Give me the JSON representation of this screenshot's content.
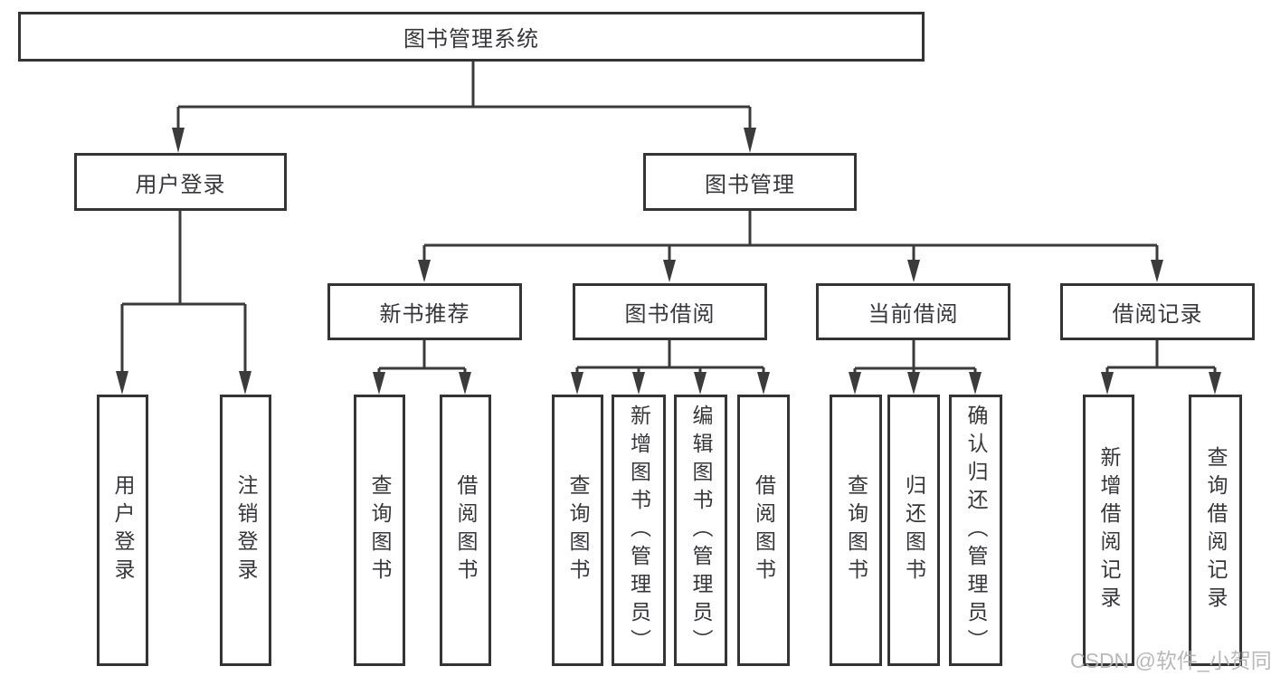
{
  "tree": {
    "label": "图书管理系统",
    "children": [
      {
        "label": "用户登录",
        "children": [
          {
            "label": "用户登录"
          },
          {
            "label": "注销登录"
          }
        ]
      },
      {
        "label": "图书管理",
        "children": [
          {
            "label": "新书推荐",
            "children": [
              {
                "label": "查询图书"
              },
              {
                "label": "借阅图书"
              }
            ]
          },
          {
            "label": "图书借阅",
            "children": [
              {
                "label": "查询图书"
              },
              {
                "label": "新增图书（管理员）"
              },
              {
                "label": "编辑图书（管理员）"
              },
              {
                "label": "借阅图书"
              }
            ]
          },
          {
            "label": "当前借阅",
            "children": [
              {
                "label": "查询图书"
              },
              {
                "label": "归还图书"
              },
              {
                "label": "确认归还（管理员）"
              }
            ]
          },
          {
            "label": "借阅记录",
            "children": [
              {
                "label": "新增借阅记录"
              },
              {
                "label": "查询借阅记录"
              }
            ]
          }
        ]
      }
    ]
  },
  "watermark": {
    "text": "CSDN @软件_小贺同学"
  },
  "colors": {
    "line": "#3b3b3b",
    "box_border": "#343434",
    "text": "#37373b",
    "watermark": "#b2b2b2",
    "background": "#ffffff"
  }
}
